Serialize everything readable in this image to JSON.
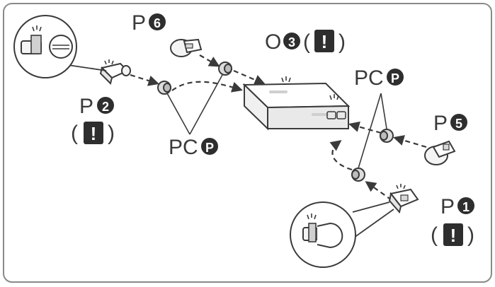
{
  "labels": {
    "p6": {
      "prefix": "P",
      "num": "6"
    },
    "o3": {
      "prefix": "O",
      "num": "3",
      "open": "(",
      "close": ")"
    },
    "p2": {
      "prefix": "P",
      "num": "2",
      "open": "(",
      "close": ")"
    },
    "pcp_left": {
      "prefix": "PC",
      "badge": "P"
    },
    "pcp_right": {
      "prefix": "PC",
      "badge": "P"
    },
    "p5": {
      "prefix": "P",
      "num": "5"
    },
    "p1": {
      "prefix": "P",
      "num": "1",
      "open": "(",
      "close": ")"
    }
  },
  "warning_glyph": "!",
  "colors": {
    "line": "#4a4a4a",
    "badge_fill": "#2e2e2e",
    "part_fill": "#f4f4f4",
    "frame": "#8a8a8a"
  }
}
